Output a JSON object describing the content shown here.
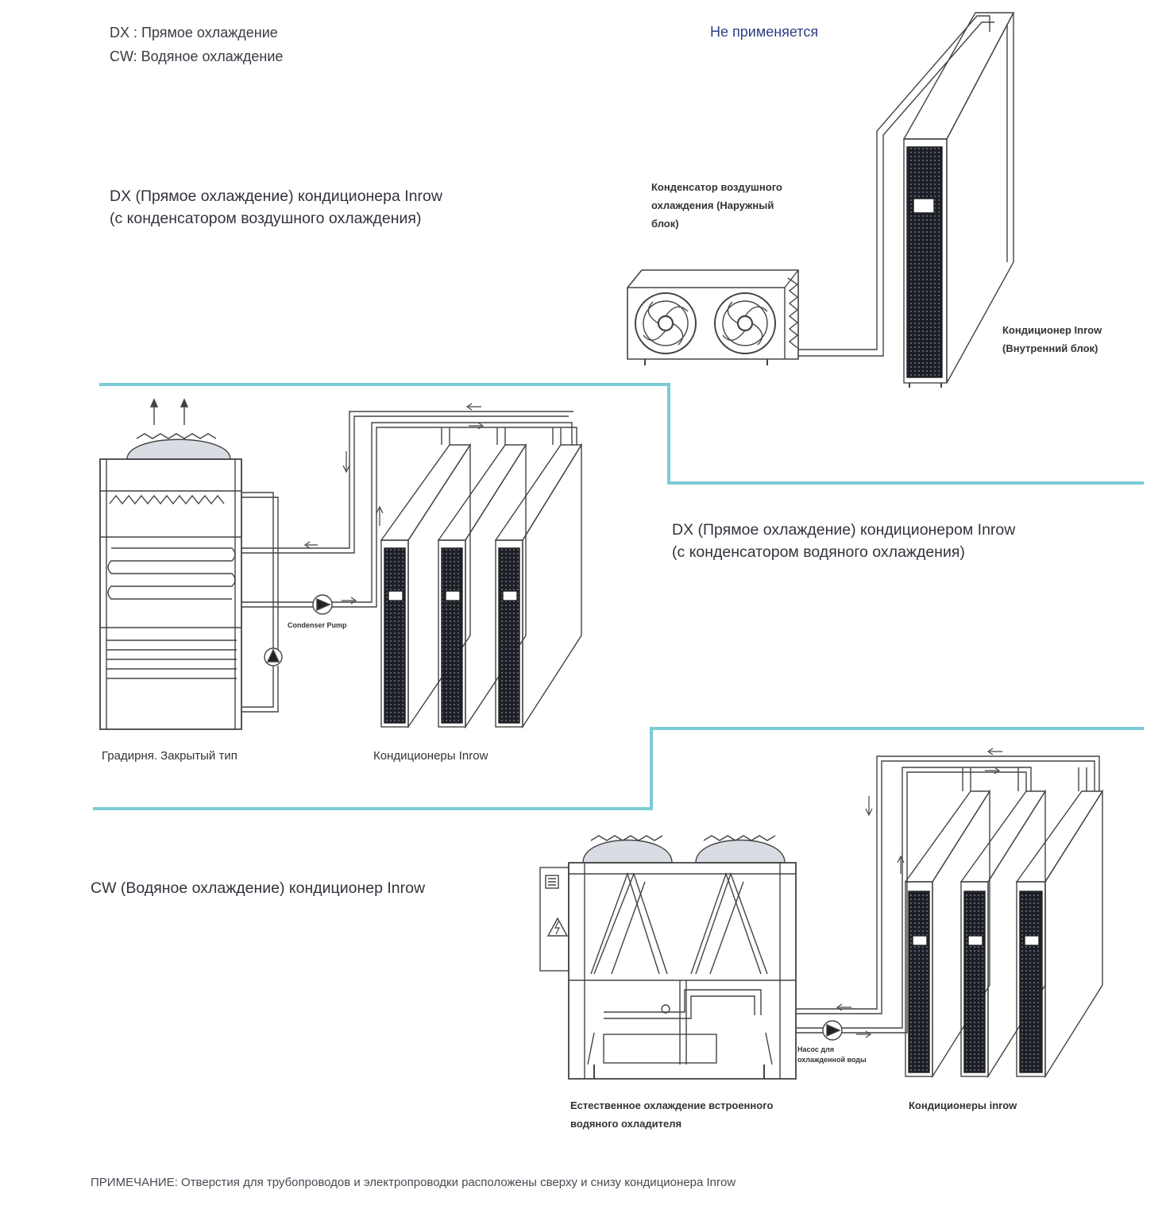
{
  "legend": {
    "dx": "DX : Прямое охлаждение",
    "cw": "CW: Водяное охлаждение"
  },
  "not_applicable": "Не применяется",
  "section_air": {
    "title_line1": "DX (Прямое охлаждение) кондиционера Inrow",
    "title_line2": "(с конденсатором воздушного охлаждения)",
    "condenser_label_line1": "Конденсатор воздушного",
    "condenser_label_line2": "охлаждения (Наружный",
    "condenser_label_line3": "блок)",
    "indoor_label_line1": "Кондиционер Inrow",
    "indoor_label_line2": "(Внутренний блок)"
  },
  "section_water": {
    "title_line1": "DX (Прямое охлаждение) кондиционером Inrow",
    "title_line2": "(с конденсатором водяного охлаждения)",
    "pump_label": "Condenser Pump",
    "tower_label": "Градирня. Закрытый тип",
    "units_label": "Кондиционеры Inrow"
  },
  "section_cw": {
    "title": "CW (Водяное охлаждение) кондиционер Inrow",
    "pump_label_line1": "Насос для",
    "pump_label_line2": "охлажденной воды",
    "chiller_label_line1": "Естественное охлаждение встроенного",
    "chiller_label_line2": "водяного охладителя",
    "units_label": "Кондиционеры inrow"
  },
  "note": "ПРИМЕЧАНИЕ: Отверстия для трубопроводов и электропроводки расположены сверху и снизу кондиционера Inrow",
  "colors": {
    "divider": "#7ccbd6",
    "line": "#444444",
    "panel": "#1c1f26",
    "accent_text": "#2e3f86"
  }
}
